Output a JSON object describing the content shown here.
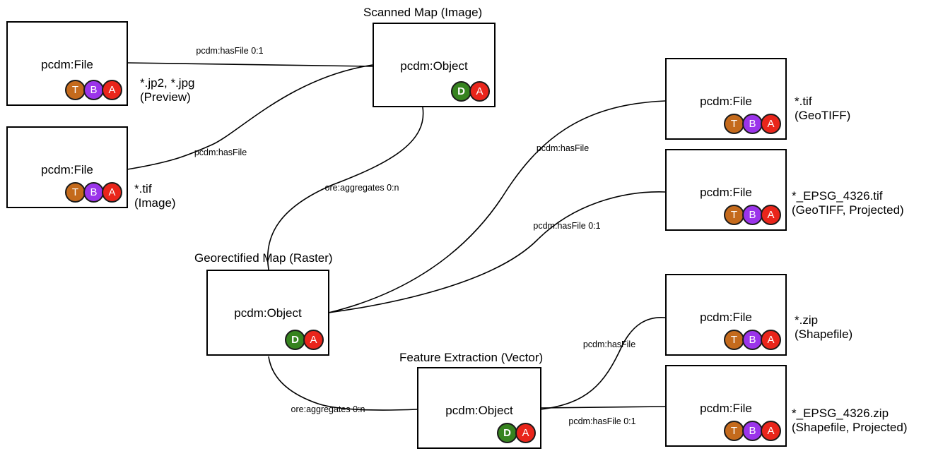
{
  "edges": {
    "preview_hasfile": "pcdm:hasFile 0:1",
    "image_hasfile": "pcdm:hasFile",
    "scanned_aggregates": "ore:aggregates 0:n",
    "geotiff_hasfile": "pcdm:hasFile",
    "projected_tif_hasfile": "pcdm:hasFile 0:1",
    "geo_aggregates": "ore:aggregates 0:n",
    "zip_hasfile": "pcdm:hasFile",
    "projected_zip_hasfile": "pcdm:hasFile 0:1"
  },
  "nodes": {
    "file_preview": {
      "type": "pcdm:File",
      "badges": [
        "T",
        "B",
        "A"
      ],
      "caption": [
        "*.jp2, *.jpg",
        "(Preview)"
      ]
    },
    "file_image": {
      "type": "pcdm:File",
      "badges": [
        "T",
        "B",
        "A"
      ],
      "caption": [
        "*.tif",
        "(Image)"
      ]
    },
    "scanned_map": {
      "title": "Scanned Map (Image)",
      "type": "pcdm:Object",
      "badges": [
        "D",
        "A"
      ]
    },
    "georectified_map": {
      "title": "Georectified Map (Raster)",
      "type": "pcdm:Object",
      "badges": [
        "D",
        "A"
      ]
    },
    "feature_extraction": {
      "title": "Feature Extraction (Vector)",
      "type": "pcdm:Object",
      "badges": [
        "D",
        "A"
      ]
    },
    "file_geotiff": {
      "type": "pcdm:File",
      "badges": [
        "T",
        "B",
        "A"
      ],
      "caption": [
        "*.tif",
        "(GeoTIFF)"
      ]
    },
    "file_geotiff_projected": {
      "type": "pcdm:File",
      "badges": [
        "T",
        "B",
        "A"
      ],
      "caption": [
        "*_EPSG_4326.tif",
        "(GeoTIFF, Projected)"
      ]
    },
    "file_zip": {
      "type": "pcdm:File",
      "badges": [
        "T",
        "B",
        "A"
      ],
      "caption": [
        "*.zip",
        "(Shapefile)"
      ]
    },
    "file_zip_projected": {
      "type": "pcdm:File",
      "badges": [
        "T",
        "B",
        "A"
      ],
      "caption": [
        "*_EPSG_4326.zip",
        "(Shapefile, Projected)"
      ]
    }
  },
  "colors": {
    "badge_T": "#c46a1c",
    "badge_B": "#9b34ea",
    "badge_A": "#e9251b",
    "badge_D": "#36831f"
  }
}
